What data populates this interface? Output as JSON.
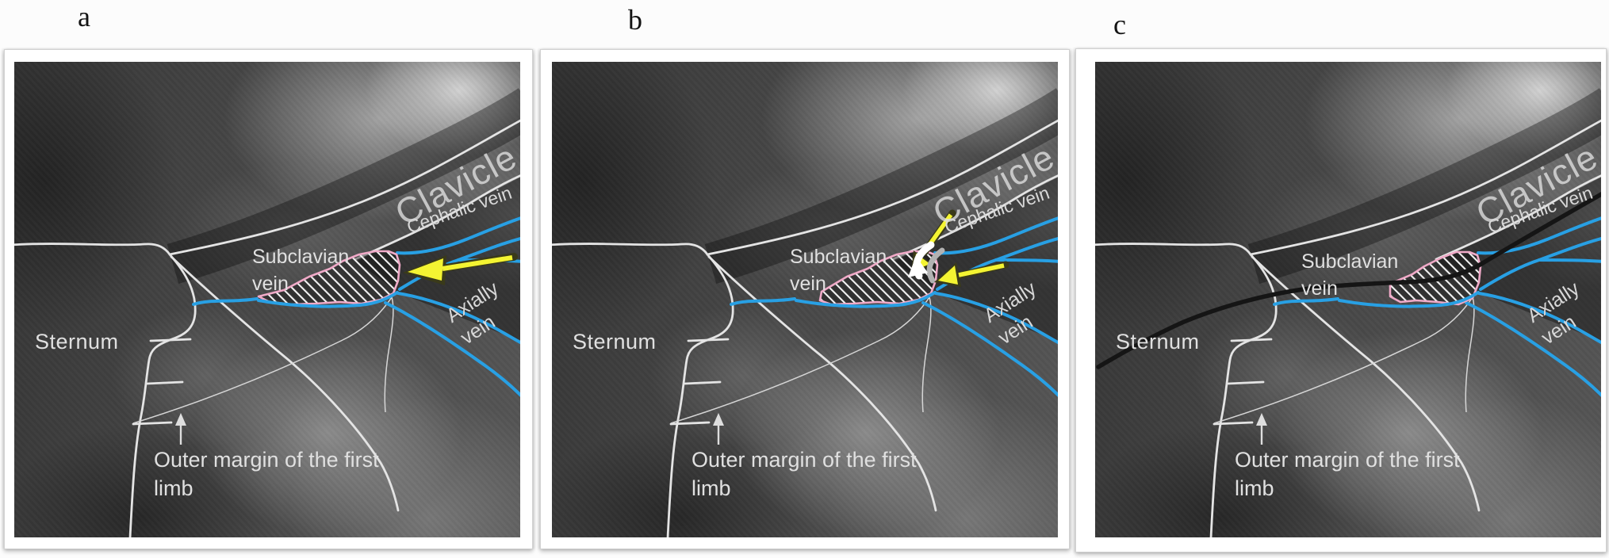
{
  "figure": {
    "panel_letters": [
      "a",
      "b",
      "c"
    ],
    "labels": {
      "sternum": "Sternum",
      "clavicle": "Clavicle",
      "subclavian_vein": "Subclavian vein",
      "cephalic_vein": "Cephalic vein",
      "axially_vein": "Axially vein",
      "outer_margin": "Outer margin of the first limb"
    },
    "colors": {
      "vein_blue": "#28a0e4",
      "target_outline_pink": "#f0aac8",
      "arrow_yellow": "#f4f432",
      "guidewire_black": "#151515",
      "annotation_white": "#e0e0e0"
    }
  }
}
